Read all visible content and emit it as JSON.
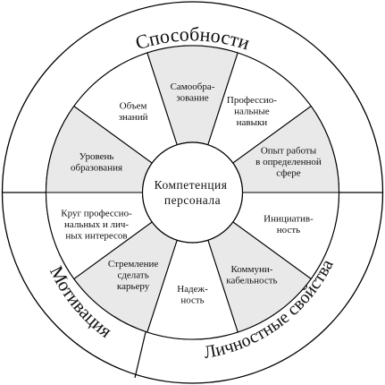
{
  "diagram": {
    "center": [
      "Компетенция",
      "персонала"
    ],
    "outer_labels": {
      "top": "Способности",
      "left": "Мотивация",
      "right": "Личностные свойства"
    },
    "sectors": [
      {
        "lines": [
          "Самообра-",
          "зование"
        ],
        "shade": true
      },
      {
        "lines": [
          "Профессио-",
          "нальные",
          "навыки"
        ],
        "shade": false
      },
      {
        "lines": [
          "Опыт работы",
          "в определенной",
          "сфере"
        ],
        "shade": true
      },
      {
        "lines": [
          "Инициатив-",
          "ность"
        ],
        "shade": false
      },
      {
        "lines": [
          "Коммуни-",
          "кабельность"
        ],
        "shade": true
      },
      {
        "lines": [
          "Надеж-",
          "ность"
        ],
        "shade": false
      },
      {
        "lines": [
          "Стремление",
          "сделать",
          "карьеру"
        ],
        "shade": true
      },
      {
        "lines": [
          "Круг профессио-",
          "нальных и лич-",
          "ных интересов"
        ],
        "shade": false
      },
      {
        "lines": [
          "Уровень",
          "образования"
        ],
        "shade": true
      },
      {
        "lines": [
          "Объем",
          "знаний"
        ],
        "shade": false
      }
    ],
    "colors": {
      "shade": "#e9e9e9",
      "outer_ring": "#ffffff",
      "line": "#000000",
      "text": "#111111"
    }
  }
}
